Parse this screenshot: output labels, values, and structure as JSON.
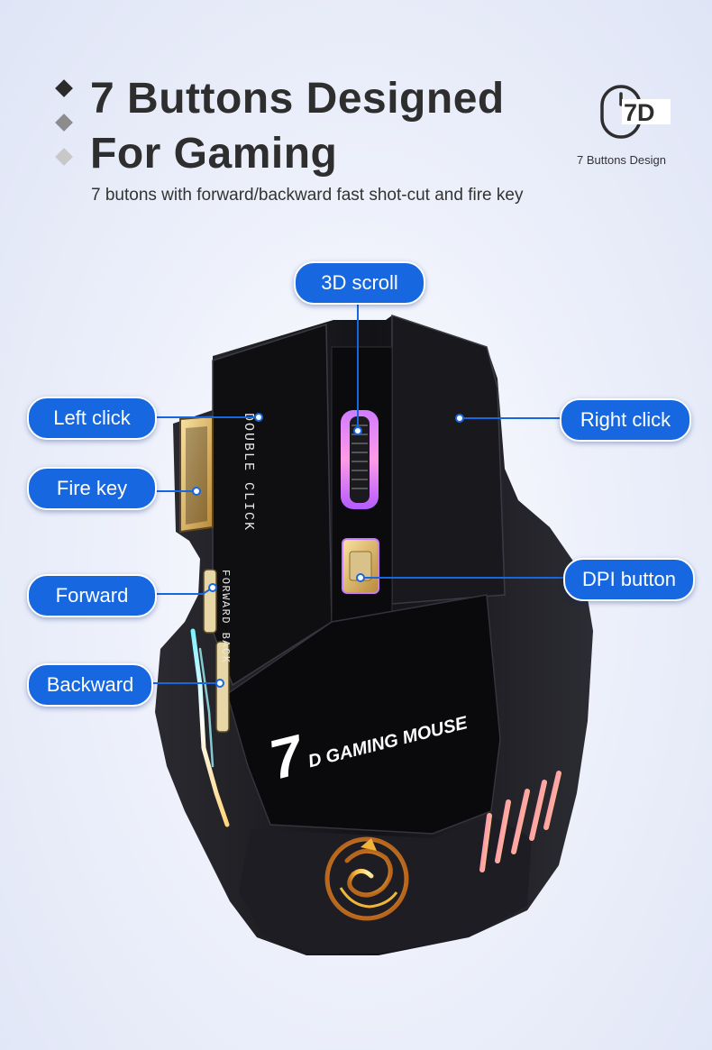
{
  "header": {
    "title_line1": "7 Buttons Designed",
    "title_line2": "For Gaming",
    "subtitle": "7 butons with forward/backward fast shot-cut and fire key"
  },
  "badge": {
    "icon_text": "7D",
    "label": "7 Buttons Design"
  },
  "callouts": {
    "scroll": "3D scroll",
    "left_click": "Left click",
    "fire_key": "Fire key",
    "forward": "Forward",
    "backward": "Backward",
    "right_click": "Right click",
    "dpi_button": "DPI button"
  },
  "mouse": {
    "left_button_print": "DOUBLE CLICK",
    "side_print": "FORWARD BACK",
    "brand_number": "7",
    "brand_text": "D GAMING MOUSE"
  },
  "colors": {
    "accent_blue": "#1667e0",
    "mouse_body": "#17171b",
    "gold": "#e8c26a",
    "rgb_cyan": "#6fe7ff",
    "rgb_purple": "#c24bff",
    "title_text": "#2e2e2e"
  }
}
